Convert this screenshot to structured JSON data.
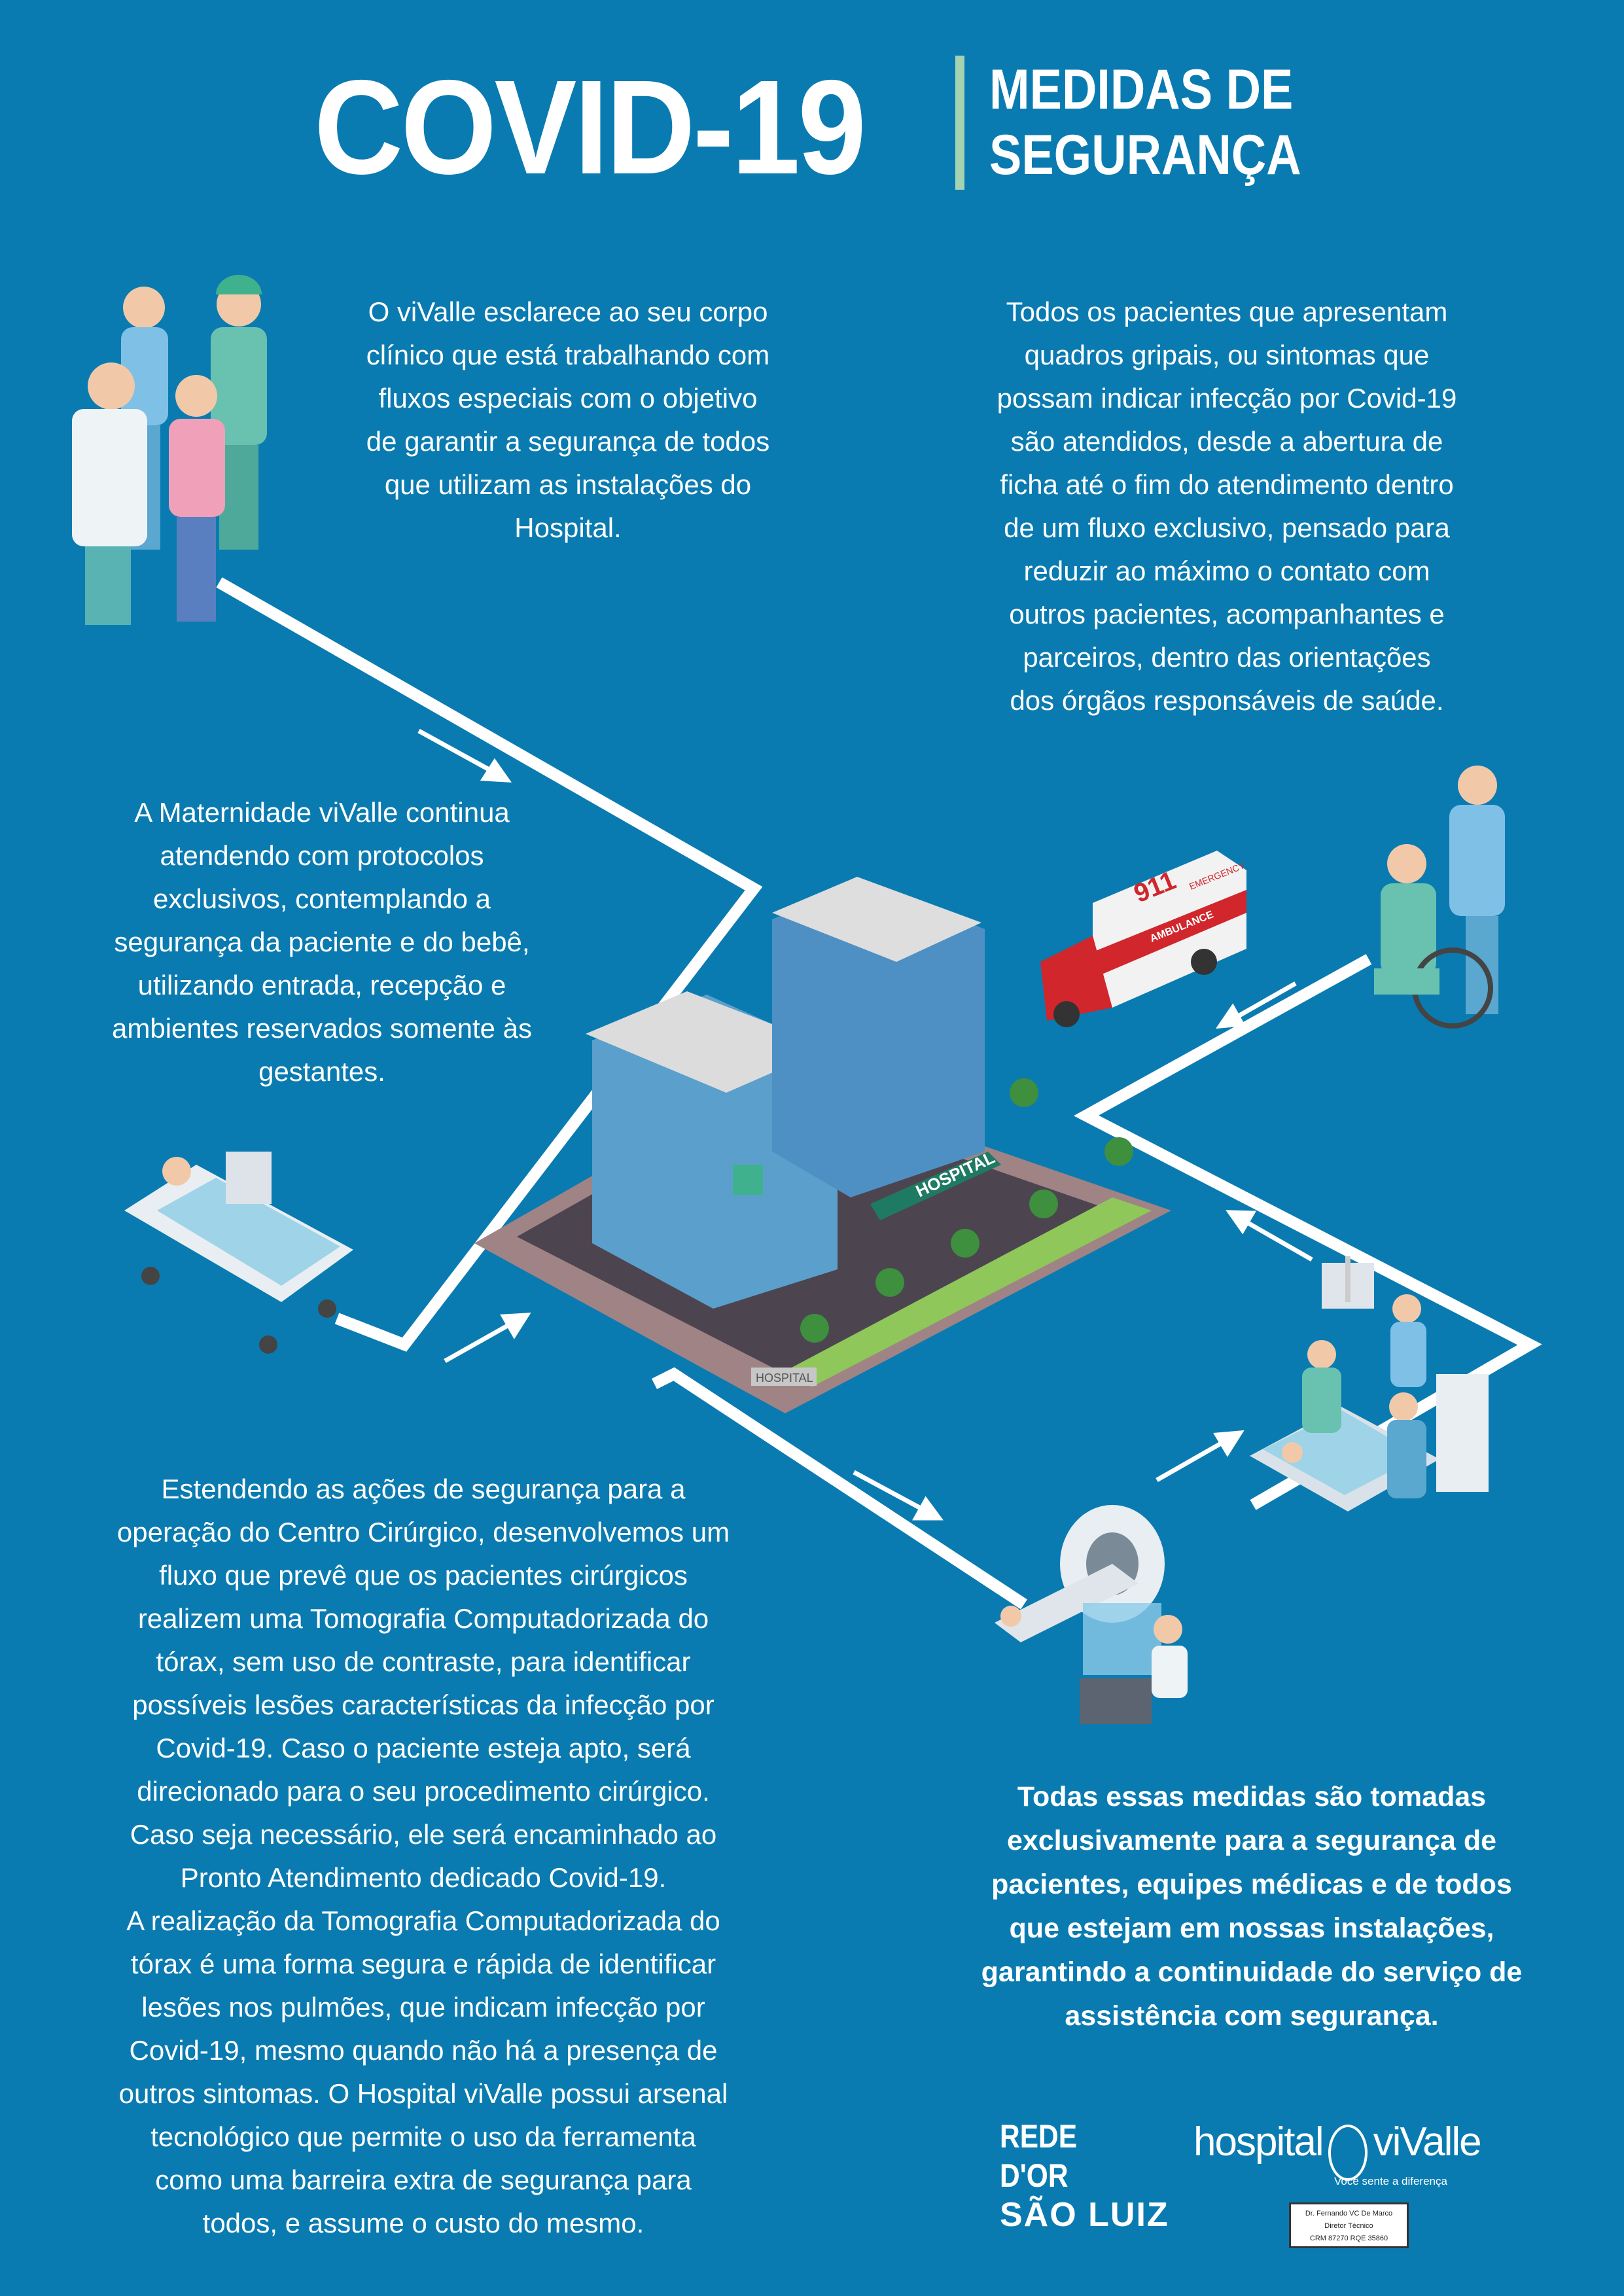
{
  "header": {
    "title": "COVID-19",
    "subtitle_line1": "MEDIDAS DE",
    "subtitle_line2": "SEGURANÇA"
  },
  "paragraphs": {
    "corpo_clinico": "O viValle esclarece ao seu corpo\nclínico que está trabalhando com\nfluxos especiais com o objetivo\nde garantir a segurança de todos\nque utilizam as instalações do\nHospital.",
    "pacientes_gripais": "Todos os pacientes que apresentam\nquadros gripais, ou sintomas que\npossam indicar infecção por Covid-19\nsão atendidos, desde a abertura de\nficha até o fim do atendimento dentro\nde um fluxo exclusivo, pensado para\nreduzir ao máximo o contato com\noutros pacientes, acompanhantes e\nparceiros, dentro das orientações\ndos órgãos responsáveis de saúde.",
    "maternidade": "A Maternidade viValle continua\natendendo com protocolos\nexclusivos, contemplando a\nsegurança da paciente e do bebê,\nutilizando entrada, recepção e\nambientes reservados somente às\ngestantes.",
    "centro_cirurgico": "Estendendo as ações de segurança para a\noperação do Centro Cirúrgico, desenvolvemos um\nfluxo que prevê que os pacientes cirúrgicos\nrealizem uma Tomografia Computadorizada do\ntórax, sem uso de contraste, para identificar\npossíveis lesões características da infecção por\nCovid-19. Caso o paciente esteja apto, será\ndirecionado para o seu procedimento cirúrgico.\nCaso seja necessário, ele será encaminhado ao\nPronto Atendimento dedicado Covid-19.\nA realização da Tomografia Computadorizada do\ntórax é uma forma segura e rápida de identificar\nlesões nos pulmões, que indicam infecção por\nCovid-19, mesmo quando não há a presença de\noutros sintomas. O Hospital viValle possui arsenal\ntecnológico que permite o uso da ferramenta\ncomo uma barreira extra de segurança para\ntodos, e assume o custo do mesmo.",
    "conclusao": "Todas essas medidas são tomadas\nexclusivamente para a segurança de\npacientes, equipes médicas e de todos\nque estejam em nossas instalações,\ngarantindo a continuidade do serviço de\nassistência com segurança."
  },
  "illustration": {
    "hospital_sign": "HOSPITAL",
    "ground_sign": "HOSPITAL",
    "ambulance_number": "911",
    "ambulance_label": "AMBULANCE",
    "ambulance_emergency": "EMERGENCY"
  },
  "footer": {
    "rede_dor_line1": "REDE D'OR",
    "rede_dor_line2": "SÃO LUIZ",
    "hospital_word": "hospital",
    "vivalle_word": "viValle",
    "tagline": "Você sente a diferença",
    "stamp_line1": "Dr. Fernando VC De Marco",
    "stamp_line2": "Diretor Técnico",
    "stamp_line3": "CRM 87270 RQE 35860"
  },
  "colors": {
    "background": "#0a7bb1",
    "divider": "#a3d3b0",
    "text": "#ffffff"
  }
}
